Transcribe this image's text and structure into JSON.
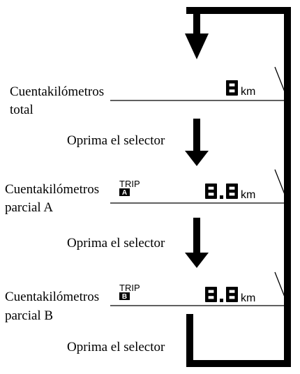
{
  "displays": [
    {
      "label_line1": "Cuentakilómetros",
      "label_line2": "total",
      "reading": "8",
      "unit": "km",
      "trip_text": "",
      "trip_badge": ""
    },
    {
      "label_line1": "Cuentakilómetros",
      "label_line2": "parcial A",
      "reading": "8.8",
      "unit": "km",
      "trip_text": "TRIP",
      "trip_badge": "A"
    },
    {
      "label_line1": "Cuentakilómetros",
      "label_line2": "parcial B",
      "reading": "8.8",
      "unit": "km",
      "trip_text": "TRIP",
      "trip_badge": "B"
    }
  ],
  "actions": [
    {
      "text": "Oprima el selector"
    },
    {
      "text": "Oprima el selector"
    },
    {
      "text": "Oprima el selector"
    }
  ],
  "colors": {
    "ink": "#000000",
    "background": "#ffffff"
  }
}
